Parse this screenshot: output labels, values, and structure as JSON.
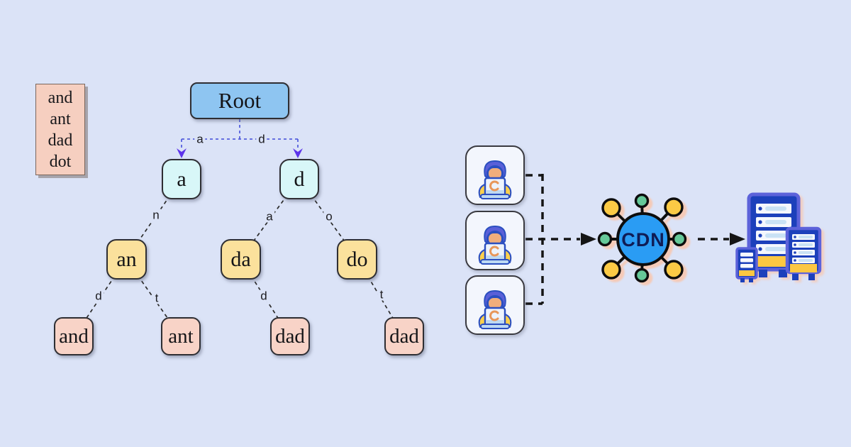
{
  "word_list": {
    "items": [
      "and",
      "ant",
      "dad",
      "dot"
    ]
  },
  "trie": {
    "nodes": {
      "root": "Root",
      "a": "a",
      "d": "d",
      "an": "an",
      "da": "da",
      "do": "do",
      "and": "and",
      "ant": "ant",
      "dad1": "dad",
      "dad2": "dad"
    },
    "edge_labels": {
      "root_a": "a",
      "root_d": "d",
      "a_an": "n",
      "d_da": "a",
      "d_do": "o",
      "an_and": "d",
      "an_ant": "t",
      "da_dad1": "d",
      "do_dad2": "t"
    }
  },
  "cdn": {
    "label": "CDN"
  },
  "colors": {
    "background": "#dbe3f7",
    "root_fill": "#8ec5f1",
    "char_fill": "#d8f7f8",
    "prefix_fill": "#fbe19c",
    "word_fill": "#f8d3c7",
    "word_list_fill": "#f6cfc0",
    "root_edge_blue": "#5560dd",
    "arrowhead_purple": "#5d33ea",
    "tree_edge": "#2b2b2b",
    "flow_line_black": "#151515",
    "cdn_circle_blue": "#299cf4",
    "cdn_text_navy": "#0f1c55",
    "spoke_node_green": "#66c999",
    "spoke_node_yellow": "#fcca45",
    "peach_shadow": "#f6c9b4",
    "server_dark_blue": "#1e40bb",
    "server_purple": "#5b62da",
    "server_slot_white": "#f4f7fd",
    "server_slot_bar": "#c9e2f5",
    "server_yellow": "#fcc742"
  }
}
